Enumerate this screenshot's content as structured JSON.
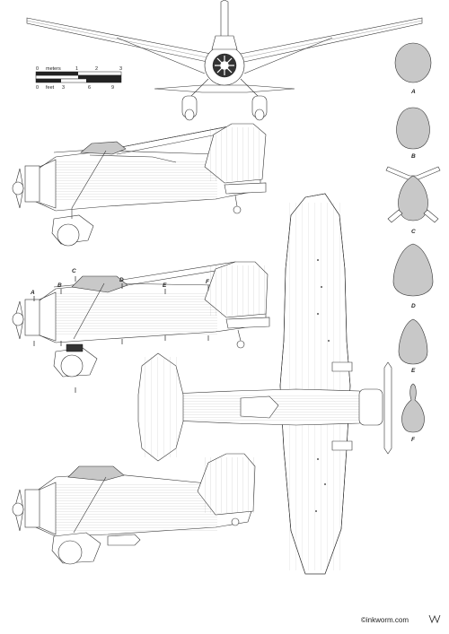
{
  "scale_bar": {
    "meters_label": "meters",
    "feet_label": "feet",
    "meters_ticks": [
      "0",
      "1",
      "2",
      "3"
    ],
    "feet_ticks": [
      "0",
      "3",
      "6",
      "9"
    ]
  },
  "side_view_markers": [
    "A",
    "B",
    "C",
    "D",
    "E",
    "F"
  ],
  "cross_sections": [
    {
      "label": "A"
    },
    {
      "label": "B"
    },
    {
      "label": "C"
    },
    {
      "label": "D"
    },
    {
      "label": "E"
    },
    {
      "label": "F"
    }
  ],
  "credit": "©inkworm.com",
  "colors": {
    "line": "#333333",
    "section_fill": "#c8c8c8",
    "canopy_fill": "#8a8a8a"
  }
}
